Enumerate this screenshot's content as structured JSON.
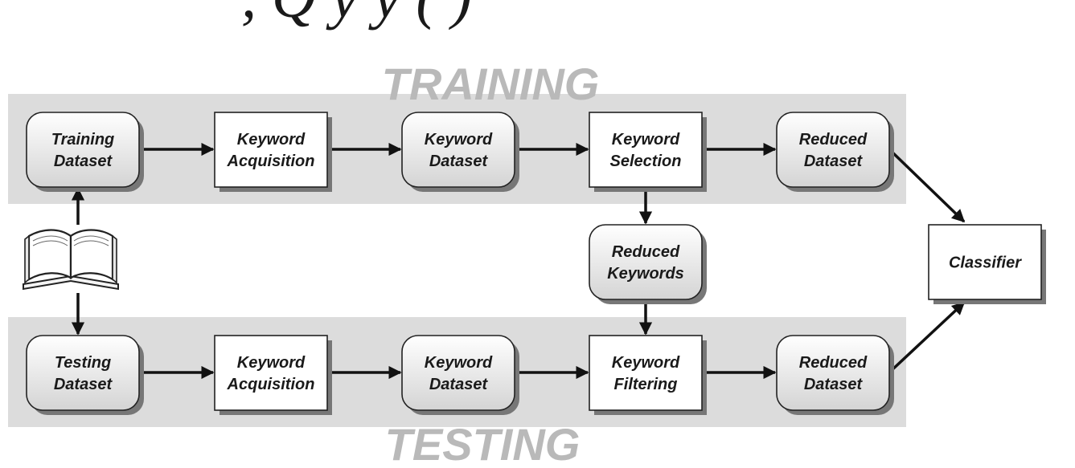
{
  "header": {
    "cut_text": ", Q  y  y (  )"
  },
  "sections": {
    "training": "TRAINING",
    "testing": "TESTING"
  },
  "nodes": {
    "training_dataset": [
      "Training",
      "Dataset"
    ],
    "train_keyword_acquisition": [
      "Keyword",
      "Acquisition"
    ],
    "train_keyword_dataset": [
      "Keyword",
      "Dataset"
    ],
    "keyword_selection": [
      "Keyword",
      "Selection"
    ],
    "train_reduced_dataset": [
      "Reduced",
      "Dataset"
    ],
    "reduced_keywords": [
      "Reduced",
      "Keywords"
    ],
    "classifier": [
      "Classifier"
    ],
    "testing_dataset": [
      "Testing",
      "Dataset"
    ],
    "test_keyword_acquisition": [
      "Keyword",
      "Acquisition"
    ],
    "test_keyword_dataset": [
      "Keyword",
      "Dataset"
    ],
    "keyword_filtering": [
      "Keyword",
      "Filtering"
    ],
    "test_reduced_dataset": [
      "Reduced",
      "Dataset"
    ]
  },
  "icons": {
    "source": "open-book-icon"
  },
  "colors": {
    "band": "#dcdcdc",
    "section_text": "#b9b9b9",
    "box_fill": "#ffffff",
    "shadow": "#777777",
    "stroke": "#222222",
    "text": "#1a1a1a"
  }
}
